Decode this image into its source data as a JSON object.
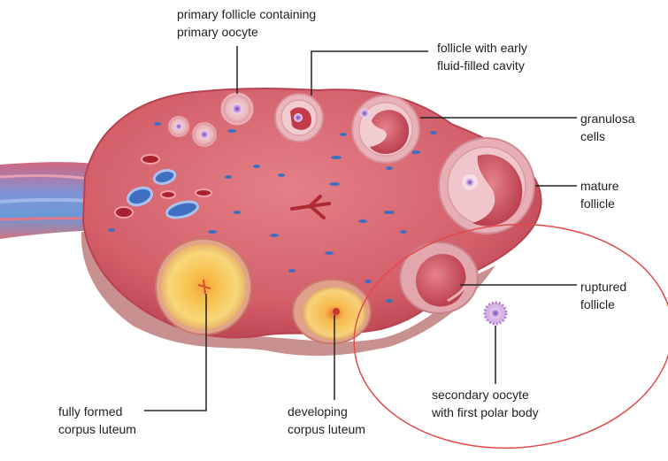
{
  "labels": {
    "primary_follicle": [
      "primary follicle containing",
      "primary oocyte"
    ],
    "early_cavity": [
      "follicle with early",
      "fluid-filled cavity"
    ],
    "granulosa": [
      "granulosa",
      "cells"
    ],
    "mature": [
      "mature",
      "follicle"
    ],
    "ruptured": [
      "ruptured",
      "follicle"
    ],
    "secondary_oocyte": [
      "secondary oocyte",
      "with first polar body"
    ],
    "fully_formed": [
      "fully formed",
      "corpus luteum"
    ],
    "developing": [
      "developing",
      "corpus luteum"
    ]
  },
  "colors": {
    "ovary_fill": "#d9666e",
    "ovary_edge": "#b8424f",
    "ovary_shadow": "#c99090",
    "corpus_luteum": "#f6c95a",
    "oocyte": "#b98ad6",
    "highlight_circle": "#e34a4a",
    "leader_line": "#222222"
  }
}
